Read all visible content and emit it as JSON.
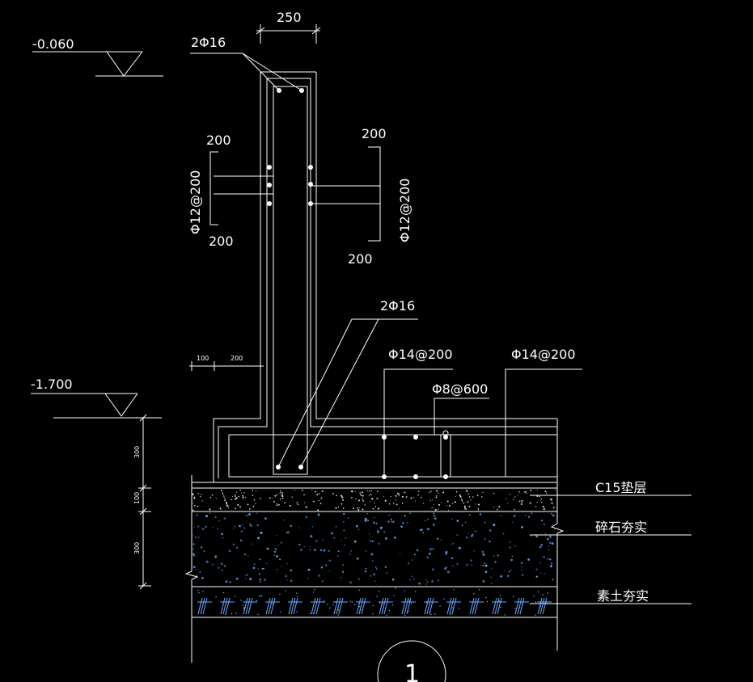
{
  "elevations": {
    "top": "-0.060",
    "bottom": "-1.700"
  },
  "wall": {
    "width_dim": "250",
    "top_bars": "2Φ16",
    "bottom_bars": "2Φ16"
  },
  "left_side": {
    "top_dim": "200",
    "bottom_dim": "200",
    "rebar": "Φ12@200"
  },
  "right_side": {
    "top_dim": "200",
    "bottom_dim": "200",
    "rebar": "Φ12@200"
  },
  "footing": {
    "offset_dim_1": "100",
    "offset_dim_2": "200",
    "rebar_1": "Φ14@200",
    "rebar_2": "Φ14@200",
    "tie": "Φ8@600"
  },
  "vertical_dims": [
    "300",
    "100",
    "300"
  ],
  "layers": [
    "C15垫层",
    "碎石夯实",
    "素土夯实"
  ],
  "section_mark": "1",
  "colors": {
    "background": "#000000",
    "line": "#ffffff",
    "fill_dots": "#6aa8ff"
  }
}
